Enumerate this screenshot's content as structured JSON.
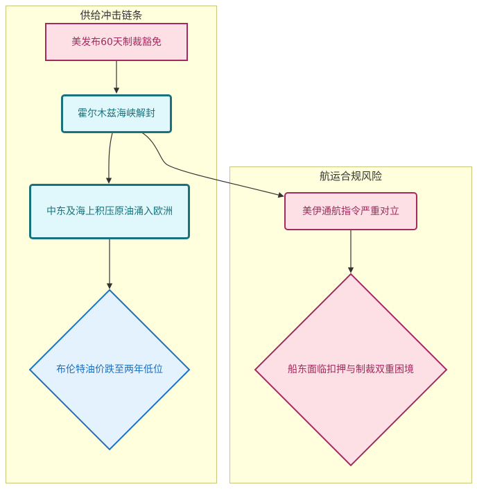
{
  "clusters": {
    "supply": {
      "title": "供给冲击链条"
    },
    "shipping": {
      "title": "航运合规风险"
    }
  },
  "nodes": {
    "sanctions_waiver": "美发布60天制裁豁免",
    "hormuz_unblocked": "霍尔木兹海峡解封",
    "oil_flows_europe": "中东及海上积压原油涌入欧洲",
    "brent_low": "布伦特油价跌至两年低位",
    "us_iran_navigation": "美伊通航指令严重对立",
    "shipowner_dilemma": "船东面临扣押与制裁双重困境"
  },
  "colors": {
    "cluster_fill": "#ffffde",
    "cluster_border": "#c8c87a",
    "pink_fill": "#fce0e6",
    "pink_stroke": "#a3295e",
    "cyan_fill": "#e0f8fb",
    "cyan_stroke": "#18727c",
    "blue_fill": "#e3f2fd",
    "blue_stroke": "#1e6fbf",
    "edge": "#333333"
  }
}
